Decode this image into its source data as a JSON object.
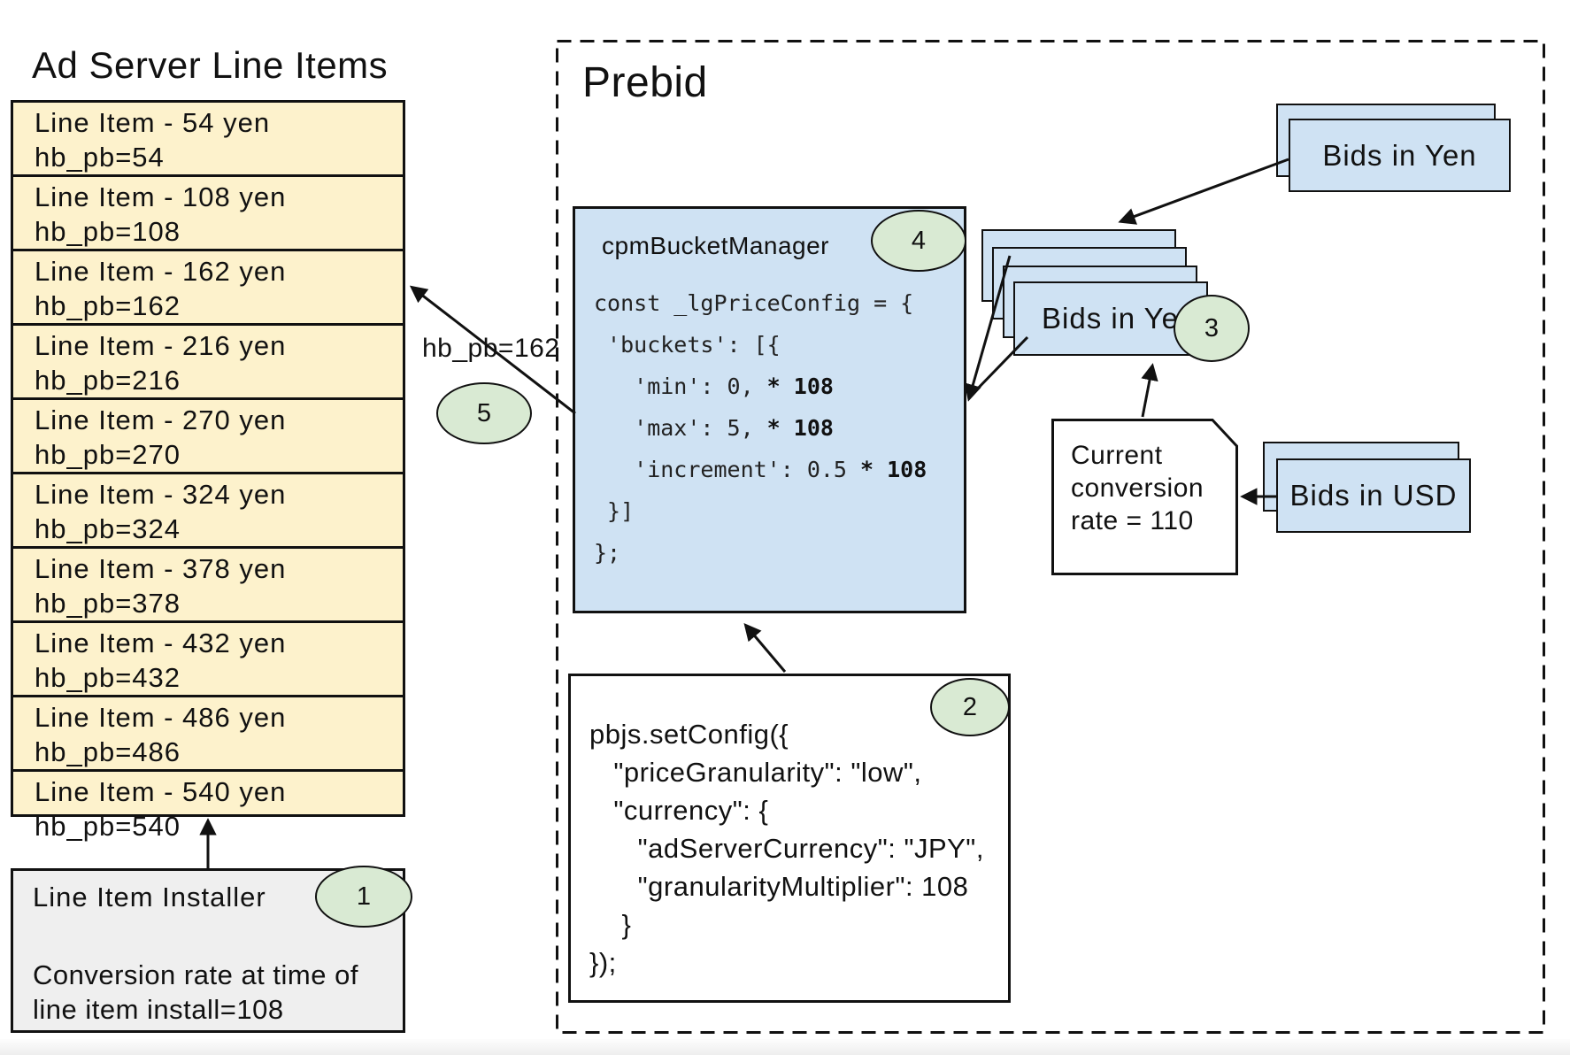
{
  "ad_server": {
    "title": "Ad Server Line Items",
    "line_items": [
      {
        "line1": "Line Item - 54 yen",
        "line2": "hb_pb=54"
      },
      {
        "line1": "Line Item - 108 yen",
        "line2": "hb_pb=108"
      },
      {
        "line1": "Line Item - 162 yen",
        "line2": "hb_pb=162"
      },
      {
        "line1": "Line Item - 216 yen",
        "line2": "hb_pb=216"
      },
      {
        "line1": "Line Item - 270 yen",
        "line2": "hb_pb=270"
      },
      {
        "line1": "Line Item - 324 yen",
        "line2": "hb_pb=324"
      },
      {
        "line1": "Line Item - 378 yen",
        "line2": "hb_pb=378"
      },
      {
        "line1": "Line Item - 432 yen",
        "line2": "hb_pb=432"
      },
      {
        "line1": "Line Item - 486 yen",
        "line2": "hb_pb=486"
      },
      {
        "line1": "Line Item - 540 yen",
        "line2": "hb_pb=540"
      }
    ],
    "installer": {
      "title": "Line Item Installer",
      "badge": "1",
      "note_lines": [
        "Conversion rate at time of",
        "line item install=108"
      ]
    }
  },
  "prebid": {
    "title": "Prebid",
    "cpm_bucket_manager": {
      "label": "cpmBucketManager",
      "badge": "4",
      "code_lines": [
        {
          "t": "const _lgPriceConfig = {"
        },
        {
          "t": " 'buckets': [{"
        },
        {
          "t": "   'min': 0, ",
          "b": "* 108"
        },
        {
          "t": "   'max': 5, ",
          "b": "* 108"
        },
        {
          "t": "   'increment': 0.5 ",
          "b": "* 108"
        },
        {
          "t": " }]"
        },
        {
          "t": "};"
        }
      ]
    },
    "set_config": {
      "badge": "2",
      "code_lines": [
        "pbjs.setConfig({",
        "   \"priceGranularity\": \"low\",",
        "   \"currency\": {",
        "      \"adServerCurrency\": \"JPY\",",
        "      \"granularityMultiplier\": 108",
        "    }",
        "});"
      ]
    },
    "bids_in_yen_top": "Bids in Yen",
    "bids_in_yen_stack": {
      "label": "Bids in Yen",
      "badge": "3"
    },
    "conversion_note": {
      "lines": [
        "Current",
        "conversion",
        "rate = 110"
      ]
    },
    "bids_in_usd": "Bids in USD",
    "arrow_label": "hb_pb=162",
    "arrow_badge": "5"
  },
  "colors": {
    "table_fill": "#fdf2cc",
    "card_fill": "#cfe2f3",
    "badge_fill": "#d9ead3",
    "installer_fill": "#efefef",
    "line": "#111111"
  }
}
